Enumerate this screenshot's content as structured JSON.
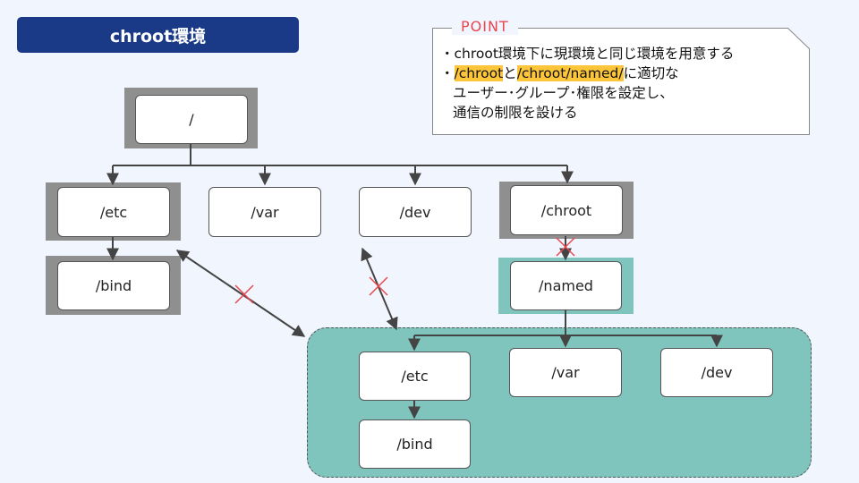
{
  "title": "chroot環境",
  "point": {
    "label": "POINT",
    "line1": "・chroot環境下に現環境と同じ環境を用意する",
    "line2_prefix": "・",
    "line2_hl1": "/chroot",
    "line2_mid": "と",
    "line2_hl2": "/chroot/named/",
    "line2_suffix": "に適切な",
    "line3": "ユーザー･グループ･権限を設定し、",
    "line4": "通信の制限を設ける"
  },
  "tree": {
    "root": "/",
    "etc": "/etc",
    "var": "/var",
    "dev": "/dev",
    "chroot": "/chroot",
    "bind": "/bind",
    "named": "/named"
  },
  "chroot_env": {
    "etc": "/etc",
    "var": "/var",
    "dev": "/dev",
    "bind": "/bind"
  },
  "colors": {
    "title_bg": "#1a3a87",
    "background": "#f1f5fe",
    "highlight": "#fdc63a",
    "point_label": "#e8474e",
    "gray_frame": "#8f8f8f",
    "teal_area": "#7fc4bd",
    "cross_mark": "#e8474e"
  }
}
